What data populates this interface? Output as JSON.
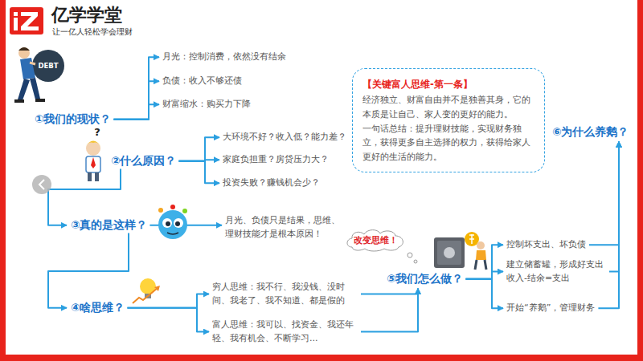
{
  "diagram": {
    "nodes": [
      {
        "text": [
          "①我们的现状？"
        ]
      },
      {
        "text": [
          "月光：控制消费，依然没有结余"
        ]
      },
      {
        "text": [
          "负债：收入不够还债"
        ]
      },
      {
        "text": [
          "财富缩水：购买力下降"
        ]
      },
      {
        "text": [
          "②什么原因？"
        ]
      },
      {
        "text": [
          "大环境不好？收入低？能力差？"
        ]
      },
      {
        "text": [
          "家庭负担重？房贷压力大？"
        ]
      },
      {
        "text": [
          "投资失败？赚钱机会少？"
        ]
      },
      {
        "text": [
          "③真的是这样？"
        ]
      },
      {
        "text": [
          "月光、负债只是结果，思维、理财技能才是根本原因！"
        ]
      },
      {
        "text": [
          "④啥思维？"
        ]
      },
      {
        "text": [
          "穷人思维：我不行、我没钱、没时间、我老了、我不知道、都是假的"
        ]
      },
      {
        "text": [
          "富人思维：我可以、找资金、我还年轻、我有机会、不断学习..."
        ]
      },
      {
        "text": [
          "改变思维！"
        ]
      },
      {
        "text": [
          "⑤我们怎么做？"
        ]
      },
      {
        "text": [
          "控制坏支出、坏负债"
        ]
      },
      {
        "text": [
          "建立储蓄罐，形成好支出 收入-结余=支出"
        ]
      },
      {
        "text": [
          "开始“养鹅”，管理财务"
        ]
      },
      {
        "text": [
          "【关键富人思维-第一条】",
          "经济独立、财富自由并不是独善其身，它的本质是让自己、家人变的更好的能力。",
          "一句话总结：提升理财技能，实现财务独立，获得更多自主选择的权力，获得给家人更好的生活的能力。"
        ]
      },
      {
        "text": [
          "⑥为什么养鹅？"
        ]
      }
    ],
    "edges": [
      {
        "from": 0,
        "to": 1,
        "arrow": "to"
      },
      {
        "from": 0,
        "to": 2,
        "arrow": "to"
      },
      {
        "from": 0,
        "to": 3,
        "arrow": "to"
      },
      {
        "from": 4,
        "to": 5,
        "arrow": "to"
      },
      {
        "from": 4,
        "to": 6,
        "arrow": "to"
      },
      {
        "from": 4,
        "to": 7,
        "arrow": "to"
      },
      {
        "from": 4,
        "to": 8,
        "arrow": "to"
      },
      {
        "from": 8,
        "to": 9,
        "arrow": "to"
      },
      {
        "from": 8,
        "to": 10,
        "arrow": "to"
      },
      {
        "from": 10,
        "to": 11,
        "arrow": "to"
      },
      {
        "from": 10,
        "to": 12,
        "arrow": "to"
      },
      {
        "from": 11,
        "to": 14,
        "arrow": "to"
      },
      {
        "from": 12,
        "to": 14,
        "arrow": "to"
      },
      {
        "from": 14,
        "to": 15,
        "arrow": "to"
      },
      {
        "from": 14,
        "to": 16,
        "arrow": "to"
      },
      {
        "from": 14,
        "to": 17,
        "arrow": "to"
      },
      {
        "from": 15,
        "to": 19,
        "arrow": "to"
      },
      {
        "from": 16,
        "to": 19,
        "arrow": "to"
      },
      {
        "from": 17,
        "to": 19,
        "arrow": "to"
      }
    ],
    "labels": [
      "亿学学堂",
      "让一亿人轻松学会理财",
      "DEBT",
      "?"
    ]
  }
}
